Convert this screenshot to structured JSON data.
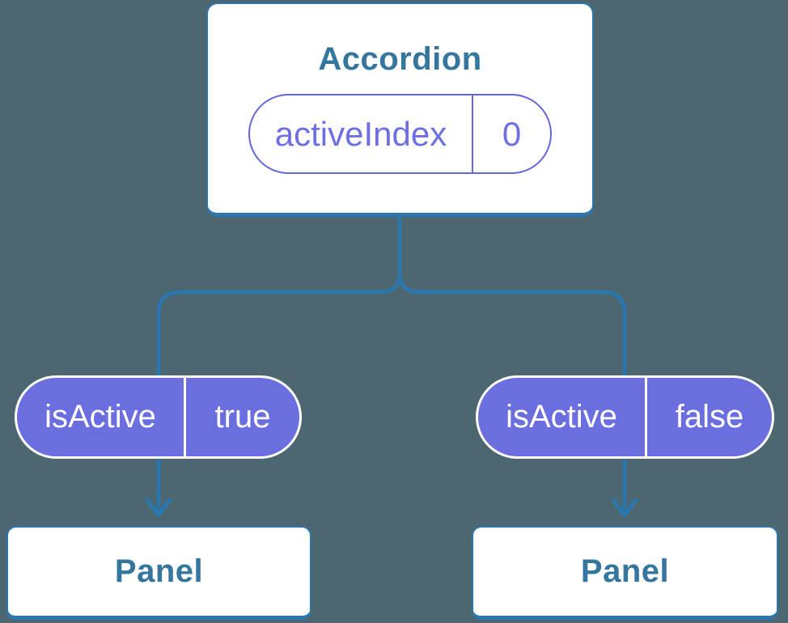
{
  "colors": {
    "background": "#4D6770",
    "line_blue": "#2B76AC",
    "heading_blue": "#35769E",
    "pill_purple_fill": "#6A6EDF",
    "pill_purple_text": "#6D6FE2",
    "card_white": "#FFFFFF"
  },
  "root_component": {
    "title": "Accordion",
    "state_pill": {
      "name": "activeIndex",
      "value": "0"
    }
  },
  "children": [
    {
      "prop_pill": {
        "name": "isActive",
        "value": "true"
      },
      "panel": {
        "title": "Panel"
      }
    },
    {
      "prop_pill": {
        "name": "isActive",
        "value": "false"
      },
      "panel": {
        "title": "Panel"
      }
    }
  ]
}
